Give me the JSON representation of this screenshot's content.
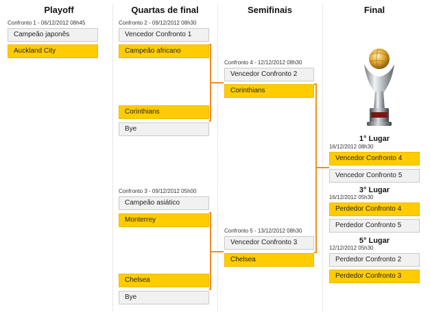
{
  "columns": {
    "playoff": "Playoff",
    "quarters": "Quartas de final",
    "semis": "Semifinais",
    "final": "Final"
  },
  "playoff": {
    "caption": "Confronto 1 - 06/12/2012 08h45",
    "team1": "Campeão japonês",
    "team2": "Auckland City"
  },
  "qf1": {
    "caption": "Confronto 2 - 09/12/2012 08h30",
    "top": "Vencedor Confronto 1",
    "team1": "Campeão africano",
    "team2": "Corinthians",
    "bye": "Bye"
  },
  "qf2": {
    "caption": "Confronto 3 - 09/12/2012 05h00",
    "top": "Campeão asiático",
    "team1": "Monterrey",
    "team2": "Chelsea",
    "bye": "Bye"
  },
  "sf1": {
    "caption": "Confronto 4 - 12/12/2012 08h30",
    "team1": "Vencedor Confronto 2",
    "team2": "Corinthians"
  },
  "sf2": {
    "caption": "Confronto 5 - 13/12/2012 08h30",
    "team1": "Vencedor Confronto 3",
    "team2": "Chelsea"
  },
  "final": {
    "first": {
      "title": "1° Lugar",
      "caption": "16/12/2012 08h30",
      "team1": "Vencedor Confronto 4",
      "team2": "Vencedor Confronto 5"
    },
    "third": {
      "title": "3° Lugar",
      "caption": "16/12/2012 05h30",
      "team1": "Perdedor Confronto 4",
      "team2": "Perdedor Confronto 5"
    },
    "fifth": {
      "title": "5° Lugar",
      "caption": "12/12/2012 05h30",
      "team1": "Perdedor Confronto 2",
      "team2": "Perdedor Confronto 3"
    }
  },
  "colors": {
    "winner_fill": "#ffcc00",
    "slot_fill": "#f1f1f1",
    "connector": "#f08c26"
  },
  "icons": {
    "trophy": "fifa-club-world-cup-trophy-icon"
  }
}
